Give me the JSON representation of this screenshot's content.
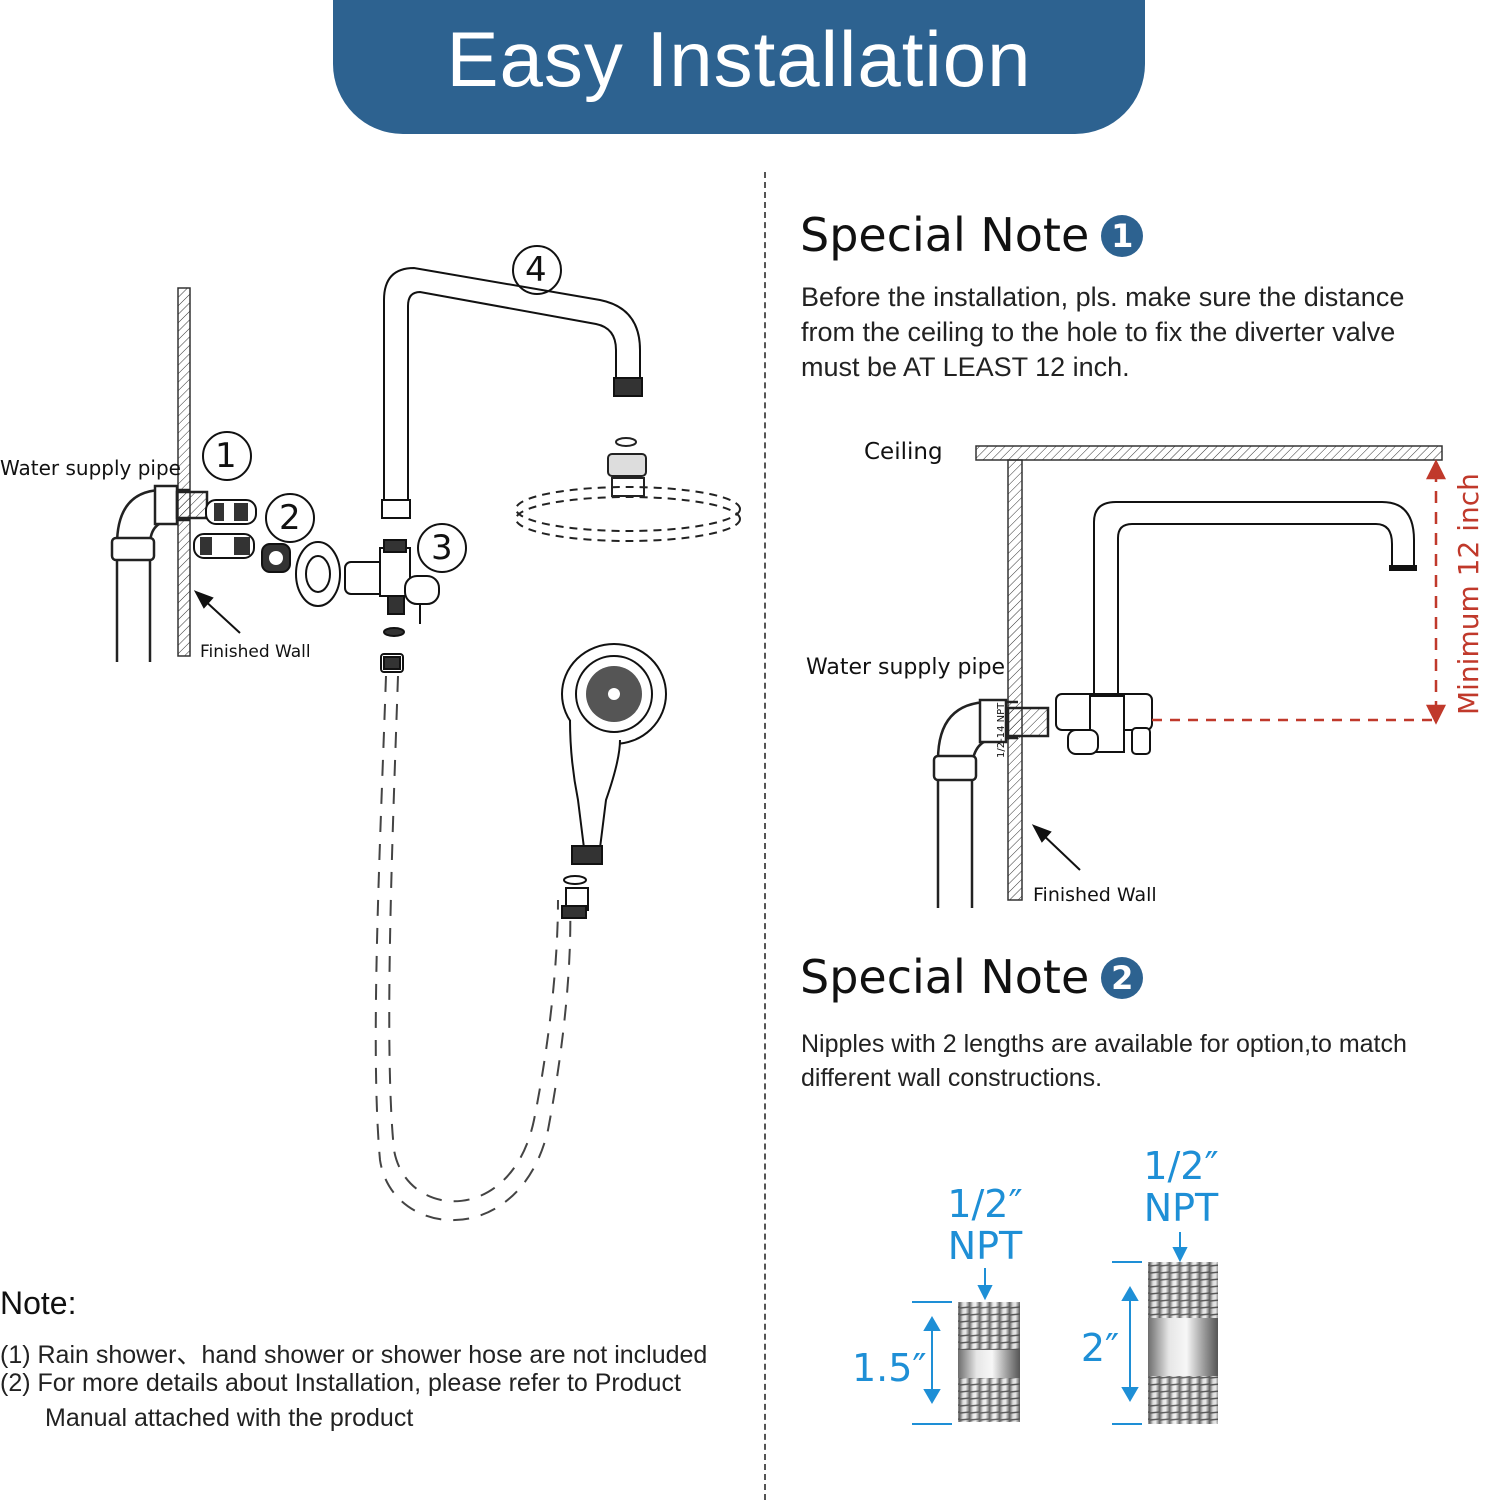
{
  "header": {
    "title": "Easy Installation"
  },
  "left_diagram": {
    "labels": {
      "water_supply_pipe": "Water supply pipe",
      "finished_wall": "Finished Wall"
    },
    "callouts": [
      "1",
      "2",
      "3",
      "4"
    ]
  },
  "notes": {
    "heading": "Note:",
    "items": [
      "(1) Rain shower、hand shower or shower hose are not included",
      "(2) For more details about Installation, please refer to Product",
      "Manual attached with the product"
    ]
  },
  "special_note_1": {
    "title": "Special Note",
    "badge": "1",
    "text_lines": [
      "Before the installation, pls. make sure the distance",
      "from the ceiling to the hole to fix the diverter valve",
      "must be AT LEAST 12 inch."
    ],
    "diagram": {
      "ceiling": "Ceiling",
      "water_supply_pipe": "Water supply pipe",
      "finished_wall": "Finished Wall",
      "thread_label": "1/2-14 NPT",
      "min_distance": "Minimum 12 inch"
    }
  },
  "special_note_2": {
    "title": "Special Note",
    "badge": "2",
    "text_lines": [
      "Nipples with 2 lengths are available for option,to match",
      "different wall constructions."
    ],
    "nipples": [
      {
        "size_line1": "1/2″",
        "size_line2": "NPT",
        "length": "1.5″"
      },
      {
        "size_line1": "1/2″",
        "size_line2": "NPT",
        "length": "2″"
      }
    ]
  },
  "colors": {
    "banner": "#2d6290",
    "accent_blue": "#1e8fd6",
    "dimension_red": "#c0392b"
  }
}
